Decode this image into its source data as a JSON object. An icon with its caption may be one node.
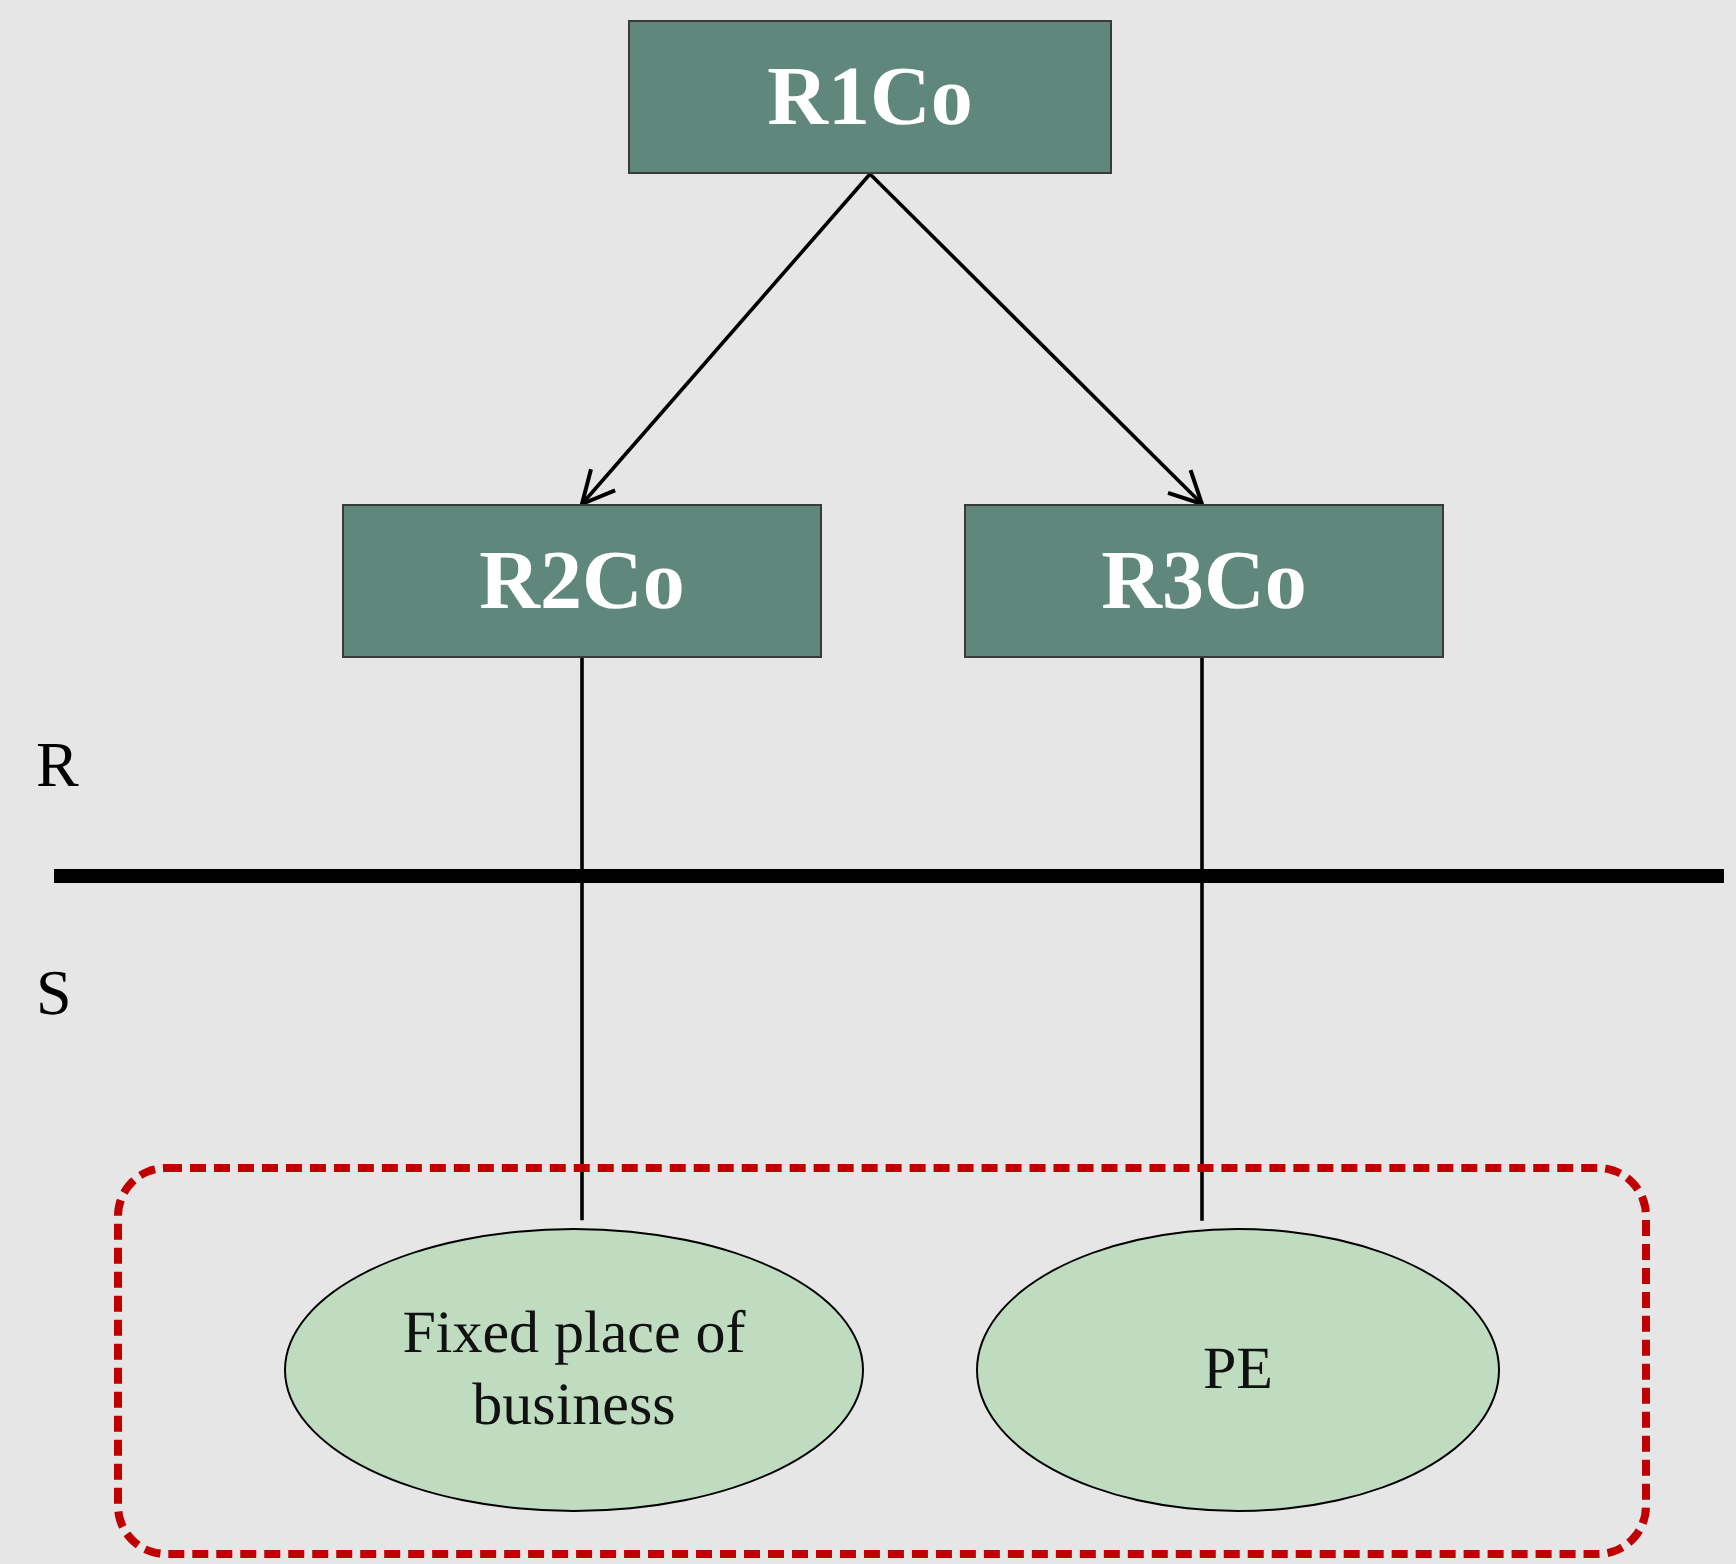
{
  "diagram": {
    "nodes": [
      {
        "text": [
          "R1Co"
        ]
      },
      {
        "text": [
          "R2Co"
        ]
      },
      {
        "text": [
          "R3Co"
        ]
      },
      {
        "text": [],
        "shape": "box"
      },
      {
        "text": [
          "Fixed place of business"
        ],
        "in": 3
      },
      {
        "text": [
          "PE"
        ],
        "in": 3
      }
    ],
    "edges": [
      {
        "from": 0,
        "to": 1,
        "arrow": "to"
      },
      {
        "from": 0,
        "to": 2,
        "arrow": "to"
      },
      {
        "from": 1,
        "to": 4,
        "arrow": "none"
      },
      {
        "from": 2,
        "to": 5,
        "arrow": "none"
      }
    ],
    "labels": [
      "R",
      "S"
    ]
  }
}
